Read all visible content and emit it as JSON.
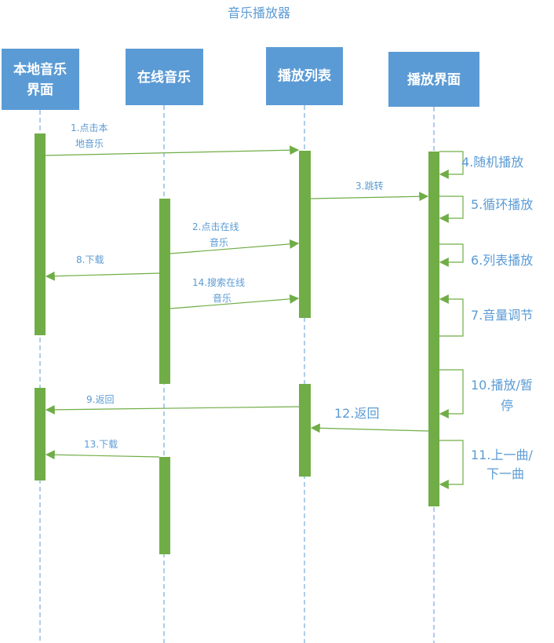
{
  "title": "音乐播放器",
  "participants": [
    {
      "line1": "本地音乐",
      "line2": "界面"
    },
    {
      "line1": "在线音乐"
    },
    {
      "line1": "播放列表"
    },
    {
      "line1": "播放界面"
    }
  ],
  "messages": {
    "m1": [
      "1.点击本",
      "地音乐"
    ],
    "m2": [
      "2.点击在线",
      "音乐"
    ],
    "m3": "3.跳转",
    "m4": "4.随机播放",
    "m5": "5.循环播放",
    "m6": "6.列表播放",
    "m7": "7.音量调节",
    "m8": "8.下载",
    "m9": "9.返回",
    "m10": [
      "10.播放/暂",
      "停"
    ],
    "m11": [
      "11.上一曲/",
      "下一曲"
    ],
    "m12": "12.返回",
    "m13": "13.下载",
    "m14": [
      "14.搜索在线",
      "音乐"
    ]
  },
  "colors": {
    "header": "#5B9BD5",
    "activation": "#70AD47"
  }
}
